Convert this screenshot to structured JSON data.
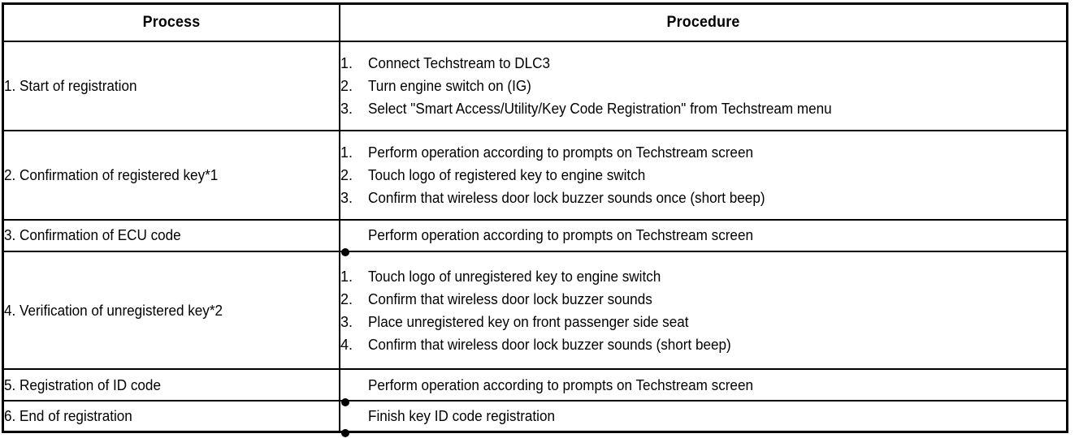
{
  "table": {
    "headers": {
      "process": "Process",
      "procedure": "Procedure"
    },
    "rows": [
      {
        "process": "1. Start of registration",
        "marker_type": "numbered",
        "steps": [
          "Connect Techstream to DLC3",
          "Turn engine switch on (IG)",
          "Select \"Smart Access/Utility/Key Code Registration\" from Techstream menu"
        ]
      },
      {
        "process": "2. Confirmation of registered key*1",
        "marker_type": "numbered",
        "steps": [
          "Perform operation according to prompts on Techstream screen",
          "Touch logo of registered key to engine switch",
          "Confirm that wireless door lock buzzer sounds once (short beep)"
        ]
      },
      {
        "process": "3. Confirmation of ECU code",
        "marker_type": "bullet",
        "steps": [
          "Perform operation according to prompts on Techstream screen"
        ]
      },
      {
        "process": "4. Verification of unregistered key*2",
        "marker_type": "numbered",
        "steps": [
          "Touch logo of unregistered key to engine switch",
          "Confirm that wireless door lock buzzer sounds",
          "Place unregistered key on front passenger side seat",
          "Confirm that wireless door lock buzzer sounds (short beep)"
        ]
      },
      {
        "process": "5. Registration of ID code",
        "marker_type": "bullet",
        "steps": [
          "Perform operation according to prompts on Techstream screen"
        ]
      },
      {
        "process": "6. End of registration",
        "marker_type": "bullet",
        "steps": [
          "Finish key ID code registration"
        ]
      }
    ],
    "markers": {
      "numbered_suffix": ".",
      "bullet_glyph": "●"
    },
    "colors": {
      "border": "#000000",
      "text": "#000000",
      "background": "#ffffff"
    }
  }
}
